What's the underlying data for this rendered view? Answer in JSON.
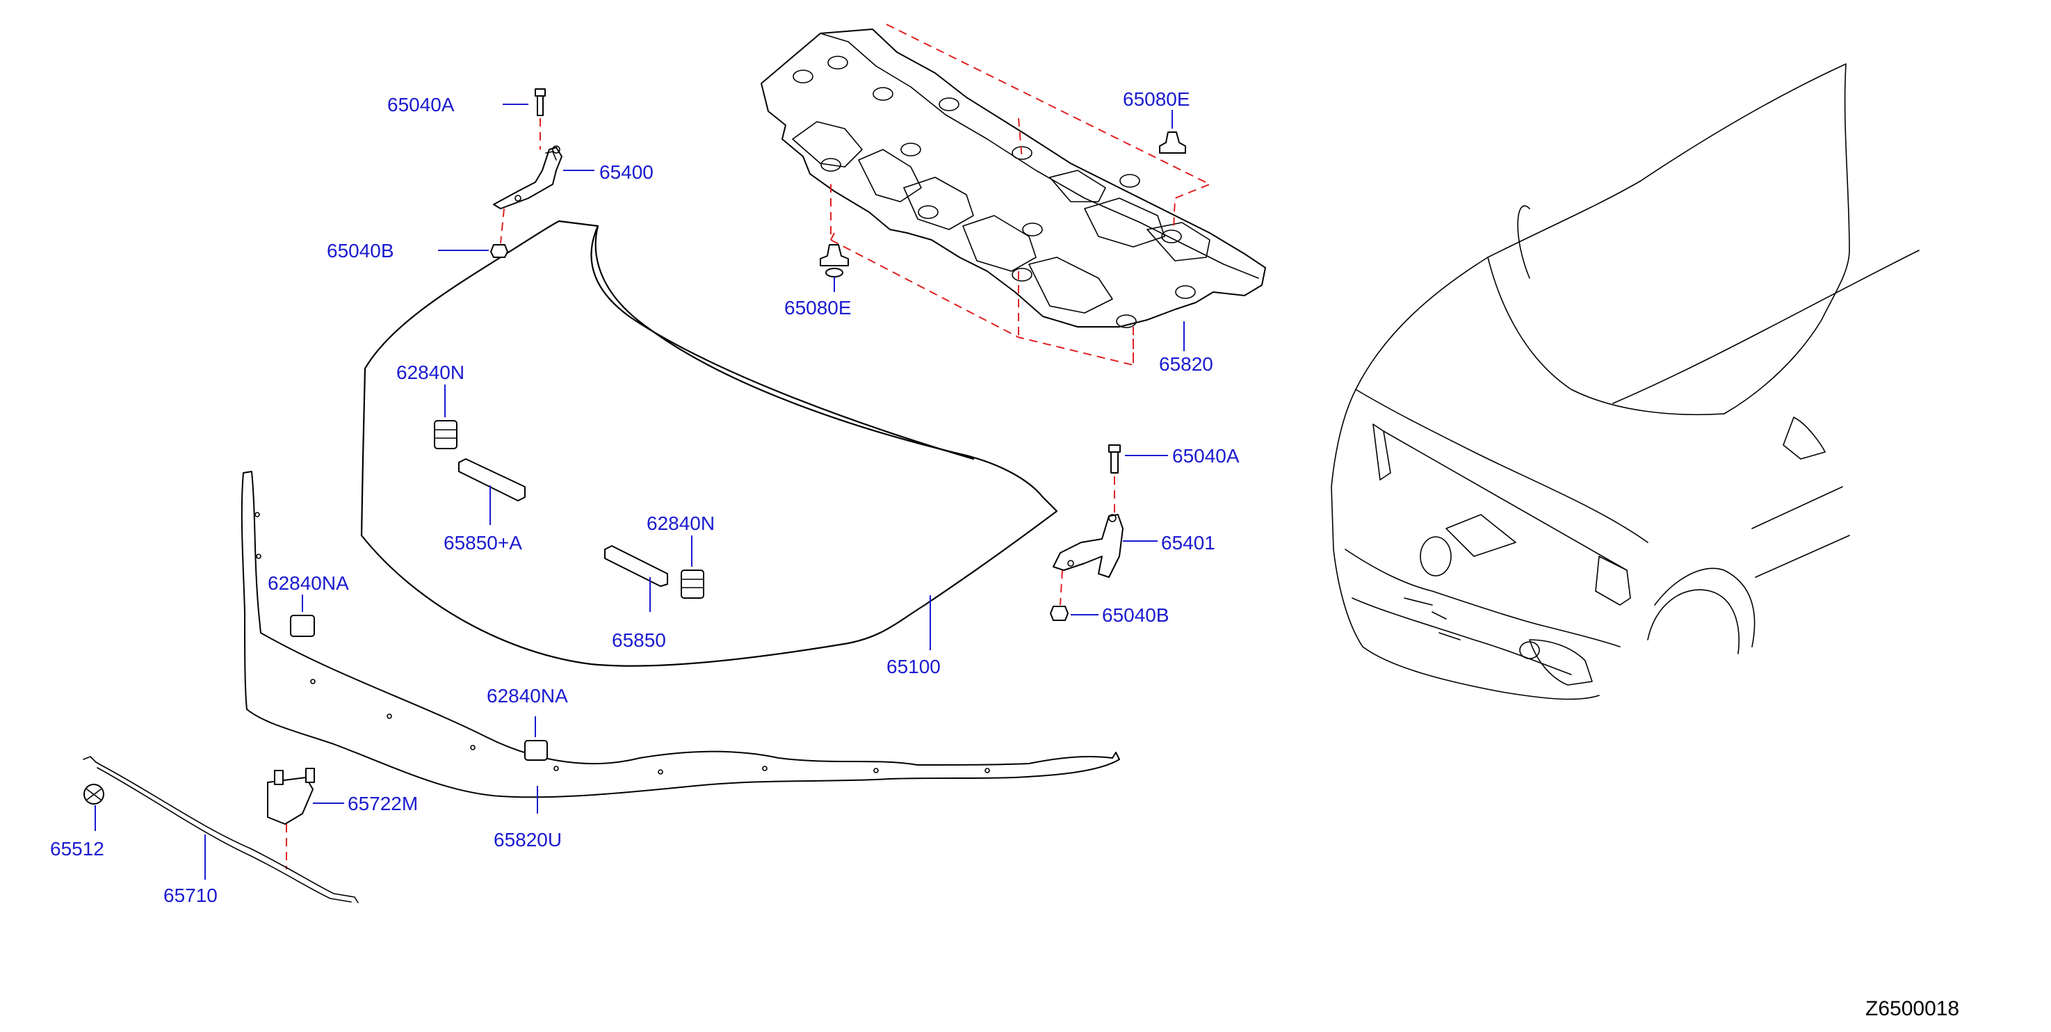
{
  "diagram_code": "Z6500018",
  "labels": {
    "l65040a_top": "65040A",
    "l65400": "65400",
    "l65040b_left": "65040B",
    "l65080e_right": "65080E",
    "l65080e_left": "65080E",
    "l65820": "65820",
    "l62840n_left": "62840N",
    "l65850a": "65850+A",
    "l62840n_mid": "62840N",
    "l65850": "65850",
    "l65100": "65100",
    "l65040a_right": "65040A",
    "l65401": "65401",
    "l65040b_right": "65040B",
    "l62840na_left": "62840NA",
    "l62840na_mid": "62840NA",
    "l65820u": "65820U",
    "l65722m": "65722M",
    "l65512": "65512",
    "l65710": "65710"
  },
  "colors": {
    "label_blue": "#1a1ad0",
    "guide_red": "#e02020",
    "outline": "#000000",
    "background": "#ffffff"
  }
}
